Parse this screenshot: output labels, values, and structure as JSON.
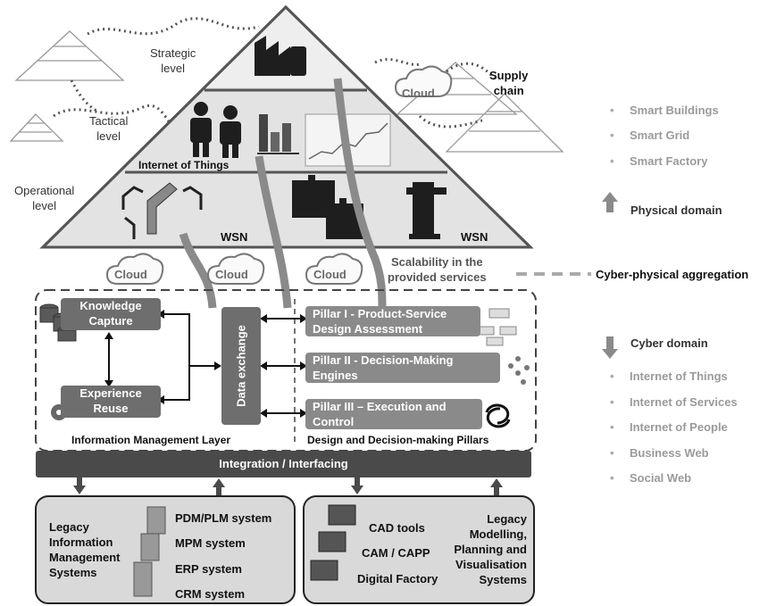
{
  "pyramid": {
    "strategic_level": "Strategic\nlevel",
    "tactical_level": "Tactical\nlevel",
    "operational_level": "Operational\nlevel",
    "internet_of_things": "Internet of Things",
    "wsn_left": "WSN",
    "wsn_right": "WSN",
    "supply_chain": "Supply\nchain",
    "cloud_label": "Cloud",
    "scalability": "Scalability in the\nprovided services"
  },
  "cyber_physical": {
    "label": "Cyber-physical aggregation"
  },
  "physical_domain": {
    "label": "Physical domain",
    "items": [
      "Smart Buildings",
      "Smart Grid",
      "Smart Factory"
    ]
  },
  "cyber_domain": {
    "label": "Cyber domain",
    "items": [
      "Internet of Things",
      "Internet of Services",
      "Internet of People",
      "Business Web",
      "Social Web"
    ]
  },
  "info_layer": {
    "knowledge_capture": "Knowledge\nCapture",
    "experience_reuse": "Experience\nReuse",
    "data_exchange": "Data exchange",
    "title": "Information Management Layer"
  },
  "pillars": {
    "pillar1": "Pillar I - Product-Service\nDesign Assessment",
    "pillar2": "Pillar II - Decision-Making\nEngines",
    "pillar3": "Pillar III – Execution and\nControl",
    "title": "Design and Decision-making Pillars"
  },
  "integration": {
    "label": "Integration / Interfacing"
  },
  "legacy_info": {
    "title": "Legacy\nInformation\nManagement\nSystems",
    "systems": [
      "PDM/PLM system",
      "MPM system",
      "ERP system",
      "CRM system"
    ]
  },
  "legacy_design": {
    "tools": [
      "CAD tools",
      "CAM / CAPP",
      "Digital Factory"
    ],
    "title": "Legacy\nModelling,\nPlanning and\nVisualisation\nSystems"
  },
  "colors": {
    "dark_gray": "#4a4a4a",
    "mid_gray": "#8a8a8a",
    "light_gray": "#d9d9d9",
    "bullet_gray": "#9a9a9a"
  }
}
